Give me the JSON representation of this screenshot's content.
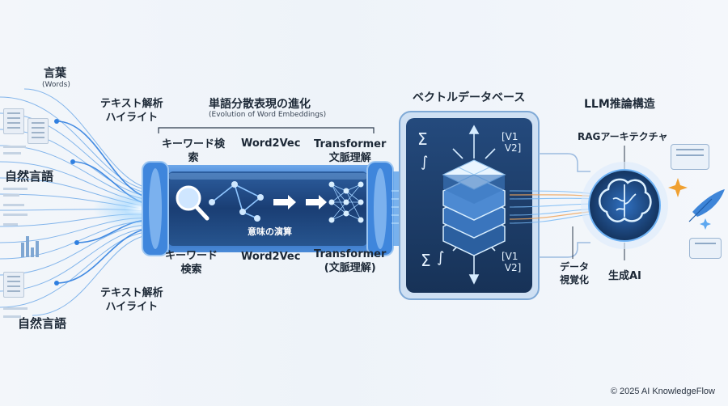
{
  "input": {
    "words_title": "言葉",
    "words_sub": "(Words)",
    "natural_language_1": "自然言語",
    "natural_language_2": "自然言語",
    "text_highlight_1": "テキスト解析\nハイライト",
    "text_highlight_2": "テキスト解析\nハイライト"
  },
  "evolution": {
    "title": "単語分散表現の進化",
    "subtitle": "(Evolution of Word Embeddings)",
    "top": {
      "keyword": "キーワード検\n索",
      "word2vec": "Word2Vec",
      "transformer": "Transformer\n文脈理解"
    },
    "center_label": "意味の演算",
    "bottom": {
      "keyword": "キーワード\n検索",
      "word2vec": "Word2Vec",
      "transformer": "Transformer\n(文脈理解)"
    }
  },
  "vector_db": {
    "title": "ベクトルデータベース",
    "data_viz": "データ\n視覚化",
    "sym_sigma": "Σ",
    "sym_integral": "∫",
    "vec_top": "[V1\n V2]",
    "vec_bottom": "[V1\n V2]"
  },
  "llm": {
    "title": "LLM推論構造",
    "rag": "RAGアーキテクチャ",
    "gen_ai": "生成AI"
  },
  "footer": "© 2025 AI KnowledgeFlow",
  "icons": [
    "document-icon",
    "chart-icon",
    "magnifier-icon",
    "neural-network-icon",
    "database-cube-icon",
    "brain-icon",
    "sparkle-icon",
    "feather-icon",
    "speech-bubble-icon"
  ],
  "colors": {
    "accent": "#2f7fe0",
    "dark_panel": "#1e3a63",
    "glow": "#7cc4ff",
    "text": "#1c2836"
  }
}
